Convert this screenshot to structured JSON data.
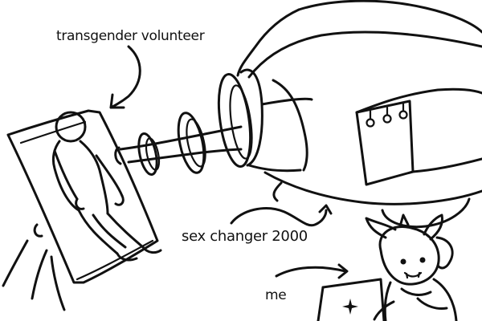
{
  "labels": {
    "volunteer": "transgender volunteer",
    "machine": "sex changer 2000",
    "me": "me"
  },
  "colors": {
    "ink": "#111111",
    "background": "#ffffff"
  }
}
